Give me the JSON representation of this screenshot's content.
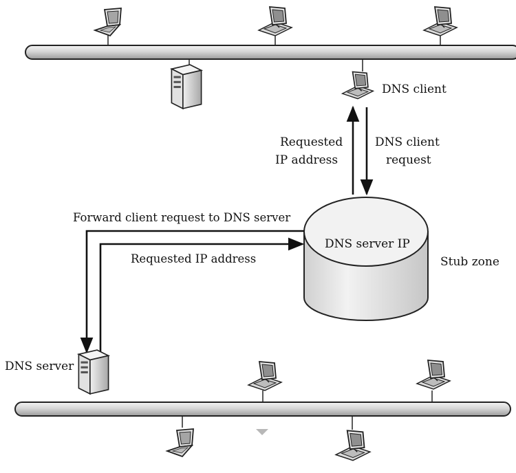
{
  "labels": {
    "dns_client": "DNS client",
    "requested_ip_line1": "Requested",
    "requested_ip_line2": "IP address",
    "client_request_line1": "DNS client",
    "client_request_line2": "request",
    "forward_request": "Forward client request to DNS server",
    "requested_ip_address": "Requested IP address",
    "dns_server_ip": "DNS server IP",
    "stub_zone": "Stub zone",
    "dns_server": "DNS server"
  },
  "icons": {
    "top_segment": [
      "laptop-icon",
      "desktop-icon",
      "desktop-icon",
      "server-tower-icon",
      "desktop-icon"
    ],
    "bottom_segment": [
      "server-tower-icon",
      "desktop-icon",
      "desktop-icon",
      "laptop-icon",
      "desktop-icon"
    ],
    "database": "cylinder-database-icon"
  },
  "colors": {
    "line": "#111111",
    "bus_fill": "#d9d9d9",
    "cylinder_fill": "#e6e6e6"
  }
}
